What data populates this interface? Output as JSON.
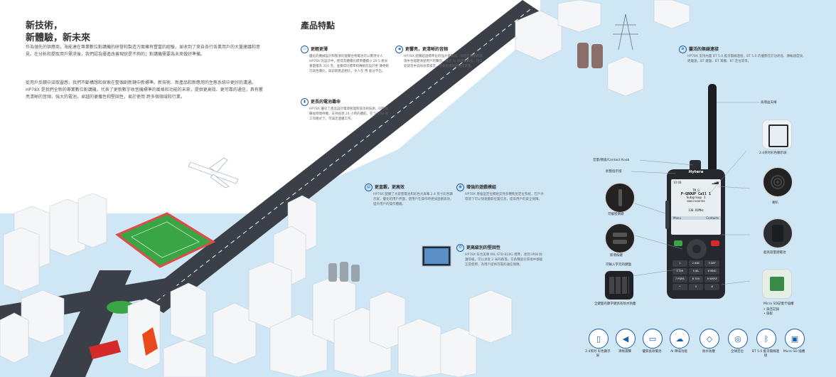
{
  "intro": {
    "title_line1": "新技術，",
    "title_line2": "新體驗，新未來",
    "para1": "作為領先的供應商，海能達在專業數位對講機的研發和製造方面擁有豐富的經驗，並收到了來自各行各業用戶的大量建議和意見。在分析和提取用戶需求後，我們認為優進改善現狀是不夠的；對講機需要為未來做好準備。",
    "para2": "從用戶反饋中汲取靈感，我們不斷構想和探索在整個創新鏈中新標準。新技術、新產品和新應用的生態系統中更好的溝通。HP78X 是我們全新的專業數位對講機，代表了更新數字收音機標準的風格和功能的未來，提供更高效、更可靠的通信，具有響亮清晰的音頻，強大的電池，卓越的便攜性和堅固性，易於使用 跨多個領域和行業。"
  },
  "features": {
    "section_title": "產品特點",
    "items": [
      {
        "title": "更輕更薄",
        "icon": "slim-icon",
        "body": "優化的機械設計和緊湊的鋰聚合物電池可以實現令人 HP78X 的設計中，使得其體積比標準體積小 29.5 厘米 重量僅為 310 克，並獲得比標準和傳統的設計更 薄更輕巧高性價比，與前期產品相比，令人在 用 能分不出。"
      },
      {
        "title": "更響亮，更清晰的音頻",
        "icon": "speaker-icon",
        "body": "HP78X 配備超過標準化的強大揚聲器，即使在擁擠的環境中也能聽清楚用戶的聲音。基於 AI 的降噪算法，可以從語音中去除背景噪音，帶來更清晰的通話質量。"
      },
      {
        "title": "更長的電池壽命",
        "icon": "battery-icon",
        "body": "HP78X 優化了產品設計電源管理和低功耗技術，同時具備長時間待機，支持長達 24 小時的續航，在 5/5/90 的工作模式下，可滿足連續工作。"
      },
      {
        "title": "更直觀，更高效",
        "icon": "screen-icon",
        "body": "HP78X 配備了大容量電池和彩色大屏幕 2.4 英寸彩色顯示屏，優化的用戶界面，使用戶在操作時更加直觀高效，提升用戶的操作體驗。"
      },
      {
        "title": "增強的遊戲模組",
        "icon": "location-icon",
        "body": "HP78X 增強型定位模組支持多種衛星定位系統，在戶外環境下可以快速獲取位置信息，提高用戶的安全保障。"
      },
      {
        "title": "更高級別的堅固性",
        "icon": "shield-icon",
        "body": "HP78X 符合美軍 MIL-STD-810G 標準，達到 IP68 防護等級，可以承受 2 米的跌落，在各種惡劣環境中都能正常使用，為用戶提供可靠的通信保障。"
      },
      {
        "title": "靈活的無線連接",
        "icon": "wireless-icon",
        "body": "HP78X 支持內置 BT 5.0 藍牙無線連接，BT 5.0 的優勢在於功耗低、傳輸速度快、距離遠，BT 鍵盤、BT 耳機、BT 定位等等。"
      }
    ]
  },
  "radio": {
    "brand": "Hytera",
    "screen_time": "10:08",
    "screen_channel": "TM_G",
    "screen_group": "P-GROUP Call 1",
    "screen_subgroup": "Subgroup 1",
    "screen_id": "000123456789",
    "screen_freq": "138.91MHz",
    "screen_left": "Menu",
    "screen_right": "Contacts",
    "keys": [
      "1",
      "2 ABC",
      "3 DEF",
      "4 GHI",
      "5 JKL",
      "6 MNO",
      "7 PQRS",
      "8 TUV",
      "9 WXYZ",
      "*",
      "0",
      "#"
    ]
  },
  "callouts": {
    "antenna": "高增益天線",
    "knob": "音量/頻道/Contact Knob",
    "led": "狀態指示燈",
    "screen": "2.4英吋彩色顯示屏",
    "side_keys": "可編程側鍵",
    "programmable_keys": "新增按鍵",
    "keypad": "可輸入字元的鍵盤",
    "full_keypad": "全鍵盤有數字鍵具有防水防塵",
    "speaker": "喇叭",
    "battery": "超高容量鋰電池",
    "microsd": "Micro SD記憶卡插槽",
    "microsd_note1": "• 錄音記錄",
    "microsd_note2": "• 錄影"
  },
  "bottom_icons": [
    {
      "icon": "display-icon",
      "label": "2.4英吋 彩色顯示屏"
    },
    {
      "icon": "speaker-icon",
      "label": "清晰揚聲"
    },
    {
      "icon": "battery-icon",
      "label": "優質長效電池"
    },
    {
      "icon": "ai-noise-icon",
      "label": "AI 降噪功能"
    },
    {
      "icon": "waterproof-icon",
      "label": "防水防塵"
    },
    {
      "icon": "gps-icon",
      "label": "全球定位"
    },
    {
      "icon": "bluetooth-icon",
      "label": "BT 5.0 藍牙無線連接"
    },
    {
      "icon": "sd-card-icon",
      "label": "Micro SD 插槽"
    }
  ],
  "colors": {
    "accent": "#1b5ea8",
    "sky": "#cfe6f5",
    "road": "#3b4048",
    "grass": "#3aa545",
    "fire": "#e84a1c"
  }
}
